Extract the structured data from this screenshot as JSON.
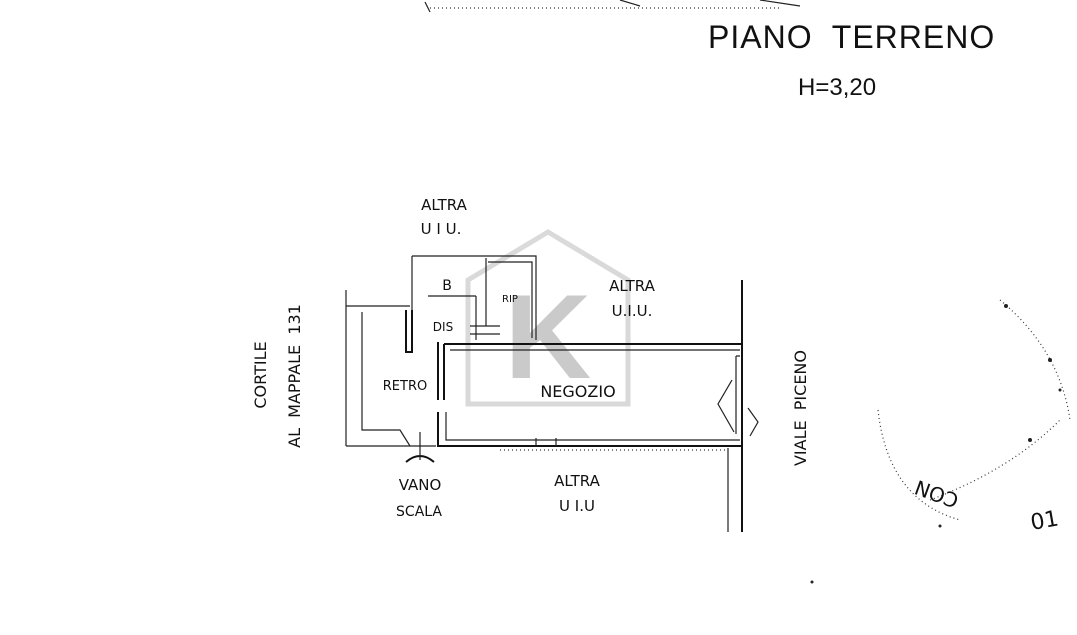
{
  "header": {
    "title": "PIANO  TERRENO",
    "height": "H=3,20"
  },
  "rooms": {
    "altra_top_1": "ALTRA",
    "altra_top_2": "U I U.",
    "bagno": "B",
    "rip": "RIP",
    "dis": "DIS",
    "retro": "RETRO",
    "negozio": "NEGOZIO",
    "altra_right_1": "ALTRA",
    "altra_right_2": "U.I.U.",
    "altra_bottom_1": "ALTRA",
    "altra_bottom_2": "U I.U",
    "vano_1": "VANO",
    "vano_2": "SCALA"
  },
  "surroundings": {
    "cortile": "CORTILE",
    "mappale": "AL  MAPPALE  131",
    "viale": "VIALE  PICENO"
  },
  "stamp": {
    "fragment_1": "CON",
    "fragment_2": "01"
  },
  "watermark": {
    "letter": "K"
  }
}
